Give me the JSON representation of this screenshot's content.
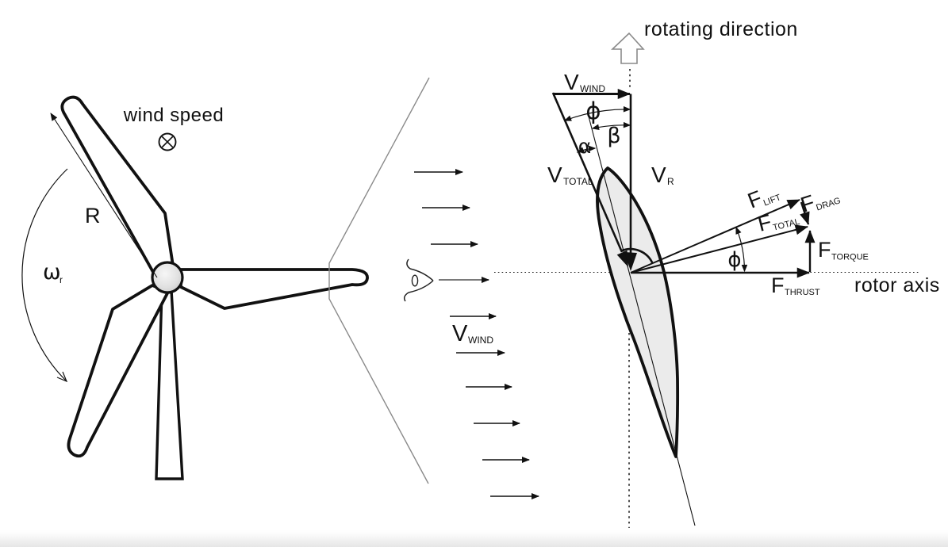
{
  "figure": {
    "left": {
      "wind_speed_label": "wind speed",
      "radius_label": "R",
      "rotor_speed": {
        "main": "ω",
        "sub": "r"
      }
    },
    "middle": {
      "v_wind": {
        "main": "V",
        "sub": "WIND"
      }
    },
    "right": {
      "rotating_direction_label": "rotating direction",
      "rotor_axis_label": "rotor axis",
      "velocities": {
        "v_wind": {
          "main": "V",
          "sub": "WIND"
        },
        "v_total": {
          "main": "V",
          "sub": "TOTAL"
        },
        "v_r": {
          "main": "V",
          "sub": "R"
        }
      },
      "forces": {
        "f_lift": {
          "main": "F",
          "sub": "LIFT"
        },
        "f_drag": {
          "main": "F",
          "sub": "DRAG"
        },
        "f_total": {
          "main": "F",
          "sub": "TOTAL"
        },
        "f_torque": {
          "main": "F",
          "sub": "TORQUE"
        },
        "f_thrust": {
          "main": "F",
          "sub": "THRUST"
        }
      },
      "angles": {
        "phi": "ϕ",
        "beta": "β",
        "alpha": "α",
        "phi_force": "ϕ"
      }
    }
  },
  "colors": {
    "ink": "#111111",
    "gray_line": "#8a8a8a",
    "airfoil_fill": "#ebebeb",
    "hub_shade": "#c6c6c6",
    "bottom_fade": "#e6e6e6"
  }
}
